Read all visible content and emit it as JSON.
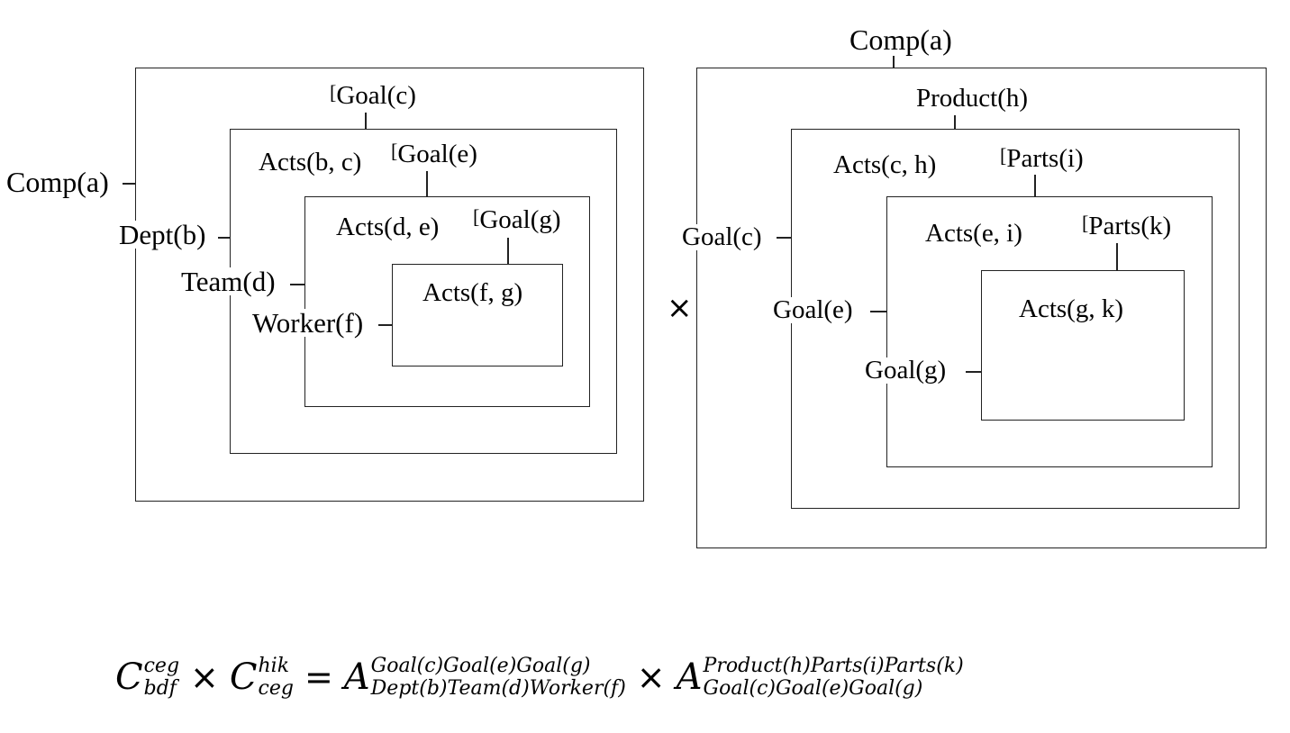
{
  "left_diagram": {
    "outer_label": "Comp(a)",
    "dept_label": "Dept(b)",
    "team_label": "Team(d)",
    "worker_label": "Worker(f)",
    "goal_c_label": "Goal(c)",
    "goal_e_label": "Goal(e)",
    "goal_g_label": "Goal(g)",
    "acts_bc_label": "Acts(b, c)",
    "acts_de_label": "Acts(d, e)",
    "acts_fg_label": "Acts(f, g)",
    "bracket_mark": "["
  },
  "product_operator": "×",
  "right_diagram": {
    "outer_label": "Comp(a)",
    "product_label": "Product(h)",
    "parts_i_label": "Parts(i)",
    "parts_k_label": "Parts(k)",
    "goal_c_label": "Goal(c)",
    "goal_e_label": "Goal(e)",
    "goal_g_label": "Goal(g)",
    "acts_ch_label": "Acts(c, h)",
    "acts_ei_label": "Acts(e, i)",
    "acts_gk_label": "Acts(g, k)",
    "bracket_mark": "["
  },
  "equation": {
    "term1": {
      "symbol": "C",
      "sup": "ceg",
      "sub": "bdf"
    },
    "op1": "×",
    "term2": {
      "symbol": "C",
      "sup": "hik",
      "sub": "ceg"
    },
    "op2": "=",
    "term3": {
      "symbol": "A",
      "sup": "Goal(c)Goal(e)Goal(g)",
      "sub": "Dept(b)Team(d)Worker(f)"
    },
    "op3": "×",
    "term4": {
      "symbol": "A",
      "sup": "Product(h)Parts(i)Parts(k)",
      "sub": "Goal(c)Goal(e)Goal(g)"
    }
  }
}
